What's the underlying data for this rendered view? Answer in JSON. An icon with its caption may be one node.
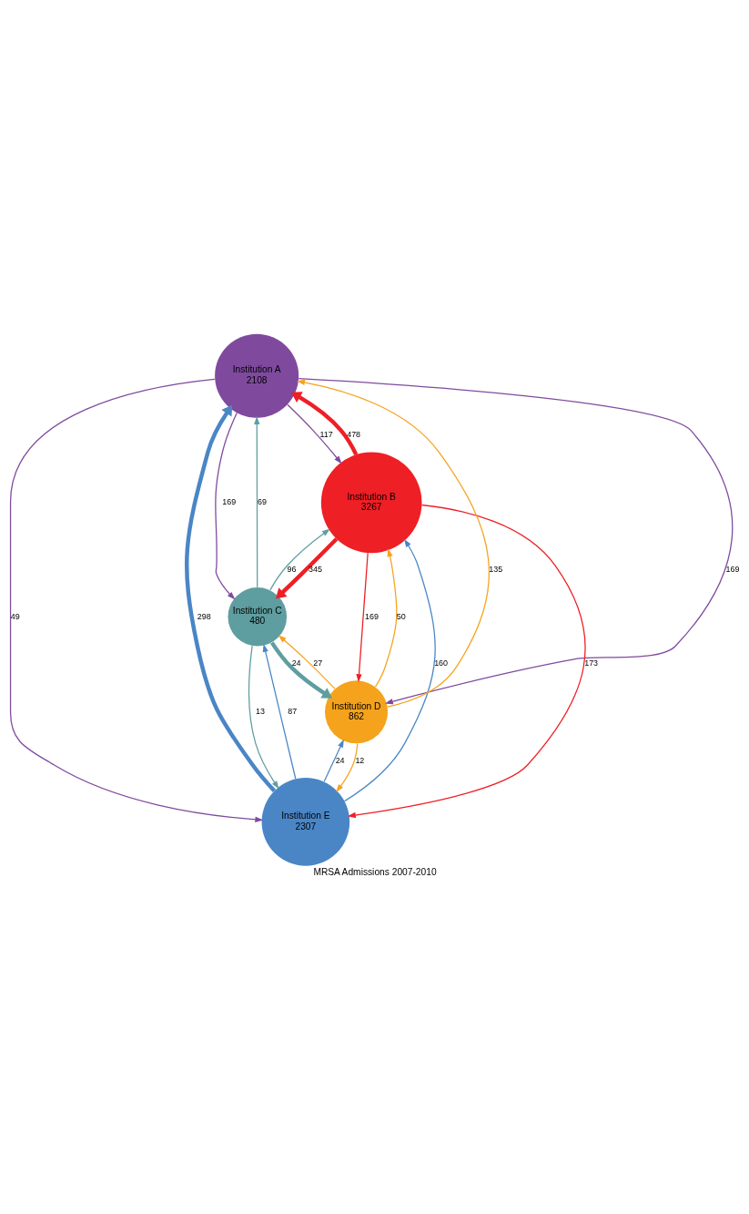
{
  "diagram": {
    "caption": "MRSA Admissions 2007-2010",
    "nodes": [
      {
        "text": [
          "Institution A",
          "2108"
        ]
      },
      {
        "text": [
          "Institution B",
          "3267"
        ]
      },
      {
        "text": [
          "Institution E",
          "2307"
        ]
      },
      {
        "text": [
          "Institution D",
          "862"
        ]
      },
      {
        "text": [
          "Institution C",
          "480"
        ]
      }
    ],
    "edges": [
      {
        "from": 0,
        "to": 4,
        "arrow": "to",
        "label": "169",
        "color": "#7f4a9e"
      },
      {
        "from": 0,
        "to": 1,
        "arrow": "to",
        "label": "117",
        "color": "#7f4a9e"
      },
      {
        "from": 0,
        "to": 2,
        "arrow": "to",
        "label": "49",
        "color": "#7f4a9e"
      },
      {
        "from": 0,
        "to": 3,
        "arrow": "to",
        "label": "169",
        "color": "#7f4a9e"
      },
      {
        "from": 1,
        "to": 0,
        "arrow": "to",
        "label": "478",
        "color": "#ee1f25",
        "style": "thick"
      },
      {
        "from": 1,
        "to": 2,
        "arrow": "to",
        "label": "173",
        "color": "#ee1f25"
      },
      {
        "from": 1,
        "to": 3,
        "arrow": "to",
        "label": "169",
        "color": "#ee1f25"
      },
      {
        "from": 1,
        "to": 4,
        "arrow": "to",
        "label": "345",
        "color": "#ee1f25",
        "style": "thick"
      },
      {
        "from": 2,
        "to": 0,
        "arrow": "to",
        "label": "298",
        "color": "#4a86c6",
        "style": "thick"
      },
      {
        "from": 2,
        "to": 1,
        "arrow": "to",
        "label": "160",
        "color": "#4a86c6"
      },
      {
        "from": 2,
        "to": 3,
        "arrow": "to",
        "label": "24",
        "color": "#4a86c6"
      },
      {
        "from": 2,
        "to": 4,
        "arrow": "to",
        "label": "87",
        "color": "#4a86c6"
      },
      {
        "from": 3,
        "to": 0,
        "arrow": "to",
        "label": "135",
        "color": "#f5a31c"
      },
      {
        "from": 3,
        "to": 1,
        "arrow": "to",
        "label": "50",
        "color": "#f5a31c"
      },
      {
        "from": 3,
        "to": 2,
        "arrow": "to",
        "label": "12",
        "color": "#f5a31c"
      },
      {
        "from": 3,
        "to": 4,
        "arrow": "to",
        "label": "27",
        "color": "#f5a31c"
      },
      {
        "from": 4,
        "to": 0,
        "arrow": "to",
        "label": "69",
        "color": "#5f9ea0"
      },
      {
        "from": 4,
        "to": 1,
        "arrow": "to",
        "label": "96",
        "color": "#5f9ea0"
      },
      {
        "from": 4,
        "to": 2,
        "arrow": "to",
        "label": "13",
        "color": "#5f9ea0"
      },
      {
        "from": 4,
        "to": 3,
        "arrow": "to",
        "label": "24",
        "color": "#5f9ea0",
        "style": "thick"
      }
    ]
  }
}
